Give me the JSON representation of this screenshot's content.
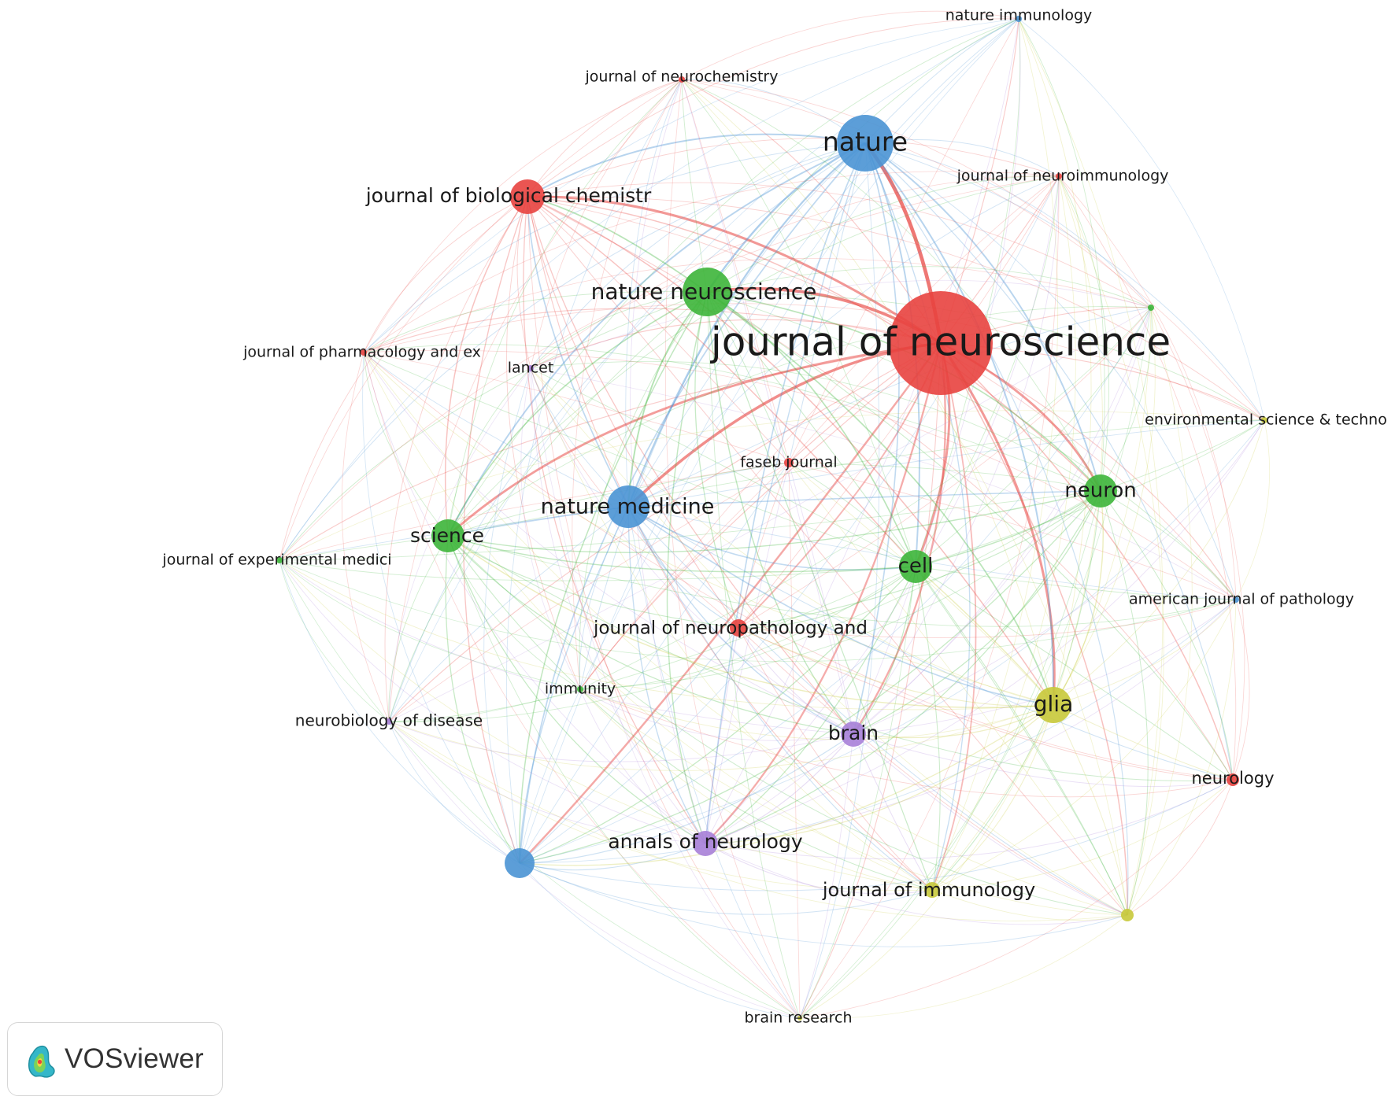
{
  "colors": {
    "red": "#e8433f",
    "blue": "#4a93d4",
    "green": "#3db53a",
    "yellow": "#c8c93a",
    "purple": "#a77fd8"
  },
  "nodes": [
    {
      "id": "jneuro",
      "label": "journal of neuroscience",
      "cluster": "red",
      "weight": 1.0
    },
    {
      "id": "nature",
      "label": "nature",
      "cluster": "blue",
      "weight": 0.55
    },
    {
      "id": "jbc",
      "label": "journal of biological chemistr",
      "cluster": "red",
      "weight": 0.33
    },
    {
      "id": "natneuro",
      "label": "nature neuroscience",
      "cluster": "green",
      "weight": 0.42
    },
    {
      "id": "jneurochem",
      "label": "journal of neurochemistry",
      "cluster": "red",
      "weight": 0.05
    },
    {
      "id": "natimmun",
      "label": "nature immunology",
      "cluster": "blue",
      "weight": 0.05
    },
    {
      "id": "jneuroimmun",
      "label": "journal of neuroimmunology",
      "cluster": "red",
      "weight": 0.05
    },
    {
      "id": "jpharm",
      "label": "journal of pharmacology and ex",
      "cluster": "red",
      "weight": 0.05
    },
    {
      "id": "lancet",
      "label": "lancet",
      "cluster": "purple",
      "weight": 0.05
    },
    {
      "id": "envsci",
      "label": "environmental science & techno",
      "cluster": "yellow",
      "weight": 0.05
    },
    {
      "id": "faseb",
      "label": "faseb journal",
      "cluster": "red",
      "weight": 0.06
    },
    {
      "id": "neuron",
      "label": "neuron",
      "cluster": "green",
      "weight": 0.3
    },
    {
      "id": "natmed",
      "label": "nature medicine",
      "cluster": "blue",
      "weight": 0.38
    },
    {
      "id": "science",
      "label": "science",
      "cluster": "green",
      "weight": 0.3
    },
    {
      "id": "jexpmed",
      "label": "journal of experimental medici",
      "cluster": "green",
      "weight": 0.05
    },
    {
      "id": "cell",
      "label": "cell",
      "cluster": "green",
      "weight": 0.3
    },
    {
      "id": "ajpath",
      "label": "american journal of pathology",
      "cluster": "blue",
      "weight": 0.05
    },
    {
      "id": "jneuropath",
      "label": "journal of neuropathology and",
      "cluster": "red",
      "weight": 0.16
    },
    {
      "id": "immunity",
      "label": "immunity",
      "cluster": "green",
      "weight": 0.05
    },
    {
      "id": "glia",
      "label": "glia",
      "cluster": "yellow",
      "weight": 0.32
    },
    {
      "id": "neurobiol",
      "label": "neurobiology of disease",
      "cluster": "purple",
      "weight": 0.05
    },
    {
      "id": "brain",
      "label": "brain",
      "cluster": "purple",
      "weight": 0.22
    },
    {
      "id": "neurology",
      "label": "neurology",
      "cluster": "red",
      "weight": 0.1
    },
    {
      "id": "annneuro",
      "label": "annals of neurology",
      "cluster": "purple",
      "weight": 0.22
    },
    {
      "id": "bluesmall",
      "label": "",
      "cluster": "blue",
      "weight": 0.24
    },
    {
      "id": "jimmun",
      "label": "journal of immunology",
      "cluster": "yellow",
      "weight": 0.14
    },
    {
      "id": "yellowsmall",
      "label": "",
      "cluster": "yellow",
      "weight": 0.1
    },
    {
      "id": "greensmall",
      "label": "",
      "cluster": "green",
      "weight": 0.04
    },
    {
      "id": "brainres",
      "label": "brain research",
      "cluster": "yellow",
      "weight": 0.04
    }
  ],
  "badge": {
    "name": "VOSviewer"
  }
}
